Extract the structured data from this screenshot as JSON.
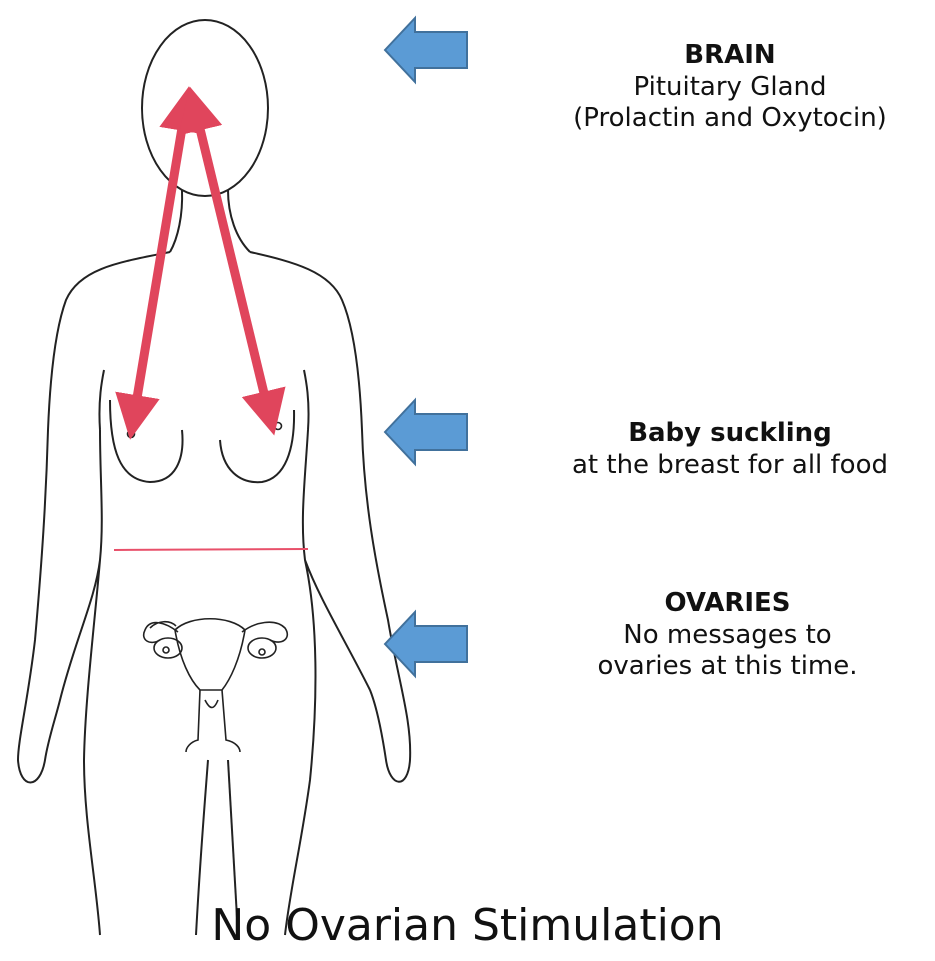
{
  "labels": {
    "brain": {
      "title": "BRAIN",
      "line1": "Pituitary Gland",
      "line2": "(Prolactin and Oxytocin)"
    },
    "suckling": {
      "title": "Baby suckling",
      "line1": "at the breast for all food"
    },
    "ovaries": {
      "title": "OVARIES",
      "line1": "No messages to",
      "line2": "ovaries at this time."
    }
  },
  "caption": "No Ovarian Stimulation",
  "colors": {
    "pointer_arrow": "#5b9bd5",
    "pointer_arrow_stroke": "#41719c",
    "signal_arrow": "#e0455c",
    "waist_line": "#e8506a",
    "outline": "#222222"
  }
}
